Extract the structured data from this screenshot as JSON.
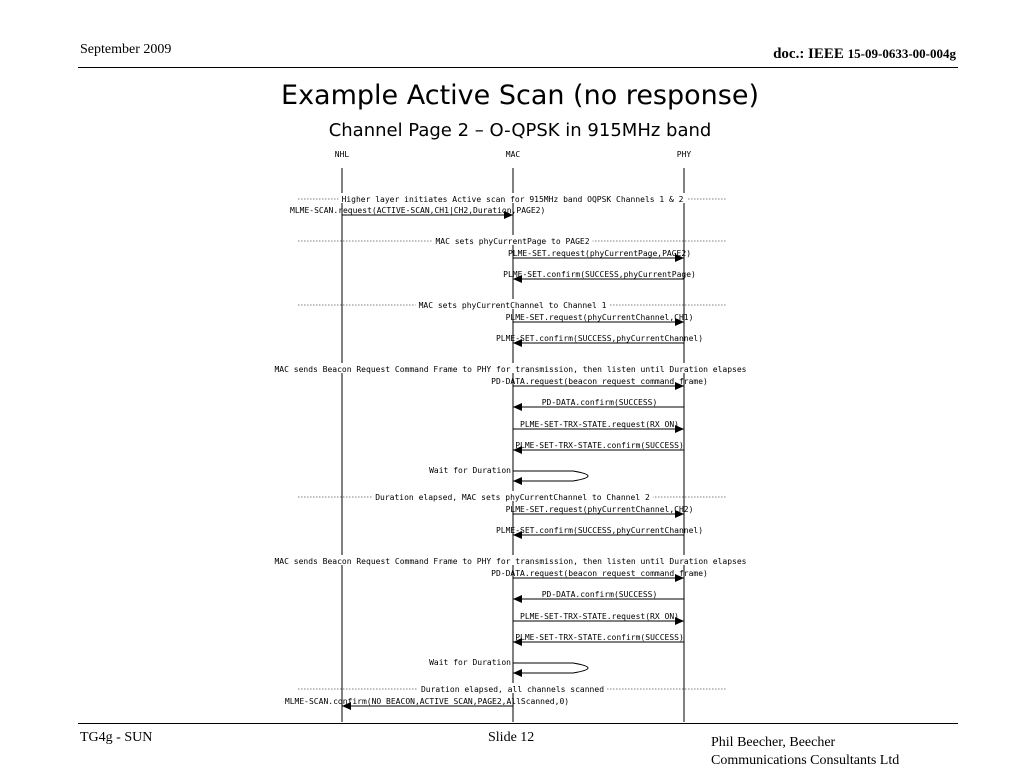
{
  "header": {
    "date": "September 2009",
    "doc_prefix": "doc.: IEEE ",
    "doc_number": "15-09-0633-00-004g"
  },
  "title": "Example Active Scan (no response)",
  "subtitle": "Channel Page 2 – O-QPSK in 915MHz band",
  "lifelines": [
    "NHL",
    "MAC",
    "PHY"
  ],
  "steps": [
    {
      "kind": "note",
      "text": "Higher layer initiates Active scan for 915MHz band OQPSK Channels 1 & 2"
    },
    {
      "kind": "msg",
      "from": "NHL",
      "to": "MAC",
      "text": "MLME-SCAN.request(ACTIVE-SCAN,CH1|CH2,Duration,PAGE2)"
    },
    {
      "kind": "note",
      "text": "MAC sets phyCurrentPage to PAGE2"
    },
    {
      "kind": "msg",
      "from": "MAC",
      "to": "PHY",
      "text": "PLME-SET.request(phyCurrentPage,PAGE2)"
    },
    {
      "kind": "msg",
      "from": "PHY",
      "to": "MAC",
      "text": "PLME-SET.confirm(SUCCESS,phyCurrentPage)"
    },
    {
      "kind": "note",
      "text": "MAC sets phyCurrentChannel to Channel 1"
    },
    {
      "kind": "msg",
      "from": "MAC",
      "to": "PHY",
      "text": "PLME-SET.request(phyCurrentChannel,CH1)"
    },
    {
      "kind": "msg",
      "from": "PHY",
      "to": "MAC",
      "text": "PLME-SET.confirm(SUCCESS,phyCurrentChannel)"
    },
    {
      "kind": "note",
      "text": "MAC sends Beacon Request Command Frame to PHY for transmission, then listen until Duration elapses"
    },
    {
      "kind": "msg",
      "from": "MAC",
      "to": "PHY",
      "text": "PD-DATA.request(beacon_request_command_frame)"
    },
    {
      "kind": "msg",
      "from": "PHY",
      "to": "MAC",
      "text": "PD-DATA.confirm(SUCCESS)"
    },
    {
      "kind": "msg",
      "from": "MAC",
      "to": "PHY",
      "text": "PLME-SET-TRX-STATE.request(RX_ON)"
    },
    {
      "kind": "msg",
      "from": "PHY",
      "to": "MAC",
      "text": "PLME-SET-TRX-STATE.confirm(SUCCESS)"
    },
    {
      "kind": "self",
      "at": "MAC",
      "text": "Wait for Duration"
    },
    {
      "kind": "note",
      "text": "Duration elapsed, MAC sets phyCurrentChannel to Channel 2"
    },
    {
      "kind": "msg",
      "from": "MAC",
      "to": "PHY",
      "text": "PLME-SET.request(phyCurrentChannel,CH2)"
    },
    {
      "kind": "msg",
      "from": "PHY",
      "to": "MAC",
      "text": "PLME-SET.confirm(SUCCESS,phyCurrentChannel)"
    },
    {
      "kind": "note",
      "text": "MAC sends Beacon Request Command Frame to PHY for transmission, then listen until Duration elapses"
    },
    {
      "kind": "msg",
      "from": "MAC",
      "to": "PHY",
      "text": "PD-DATA.request(beacon_request_command_frame)"
    },
    {
      "kind": "msg",
      "from": "PHY",
      "to": "MAC",
      "text": "PD-DATA.confirm(SUCCESS)"
    },
    {
      "kind": "msg",
      "from": "MAC",
      "to": "PHY",
      "text": "PLME-SET-TRX-STATE.request(RX_ON)"
    },
    {
      "kind": "msg",
      "from": "PHY",
      "to": "MAC",
      "text": "PLME-SET-TRX-STATE.confirm(SUCCESS)"
    },
    {
      "kind": "self",
      "at": "MAC",
      "text": "Wait for Duration"
    },
    {
      "kind": "note",
      "text": "Duration elapsed, all channels scanned"
    },
    {
      "kind": "msg",
      "from": "MAC",
      "to": "NHL",
      "text": "MLME-SCAN.confirm(NO_BEACON,ACTIVE_SCAN,PAGE2,AllScanned,0)"
    }
  ],
  "footer": {
    "left": "TG4g - SUN",
    "slide": "Slide 12",
    "author_line1": "Phil Beecher, Beecher",
    "author_line2": "Communications Consultants Ltd"
  }
}
